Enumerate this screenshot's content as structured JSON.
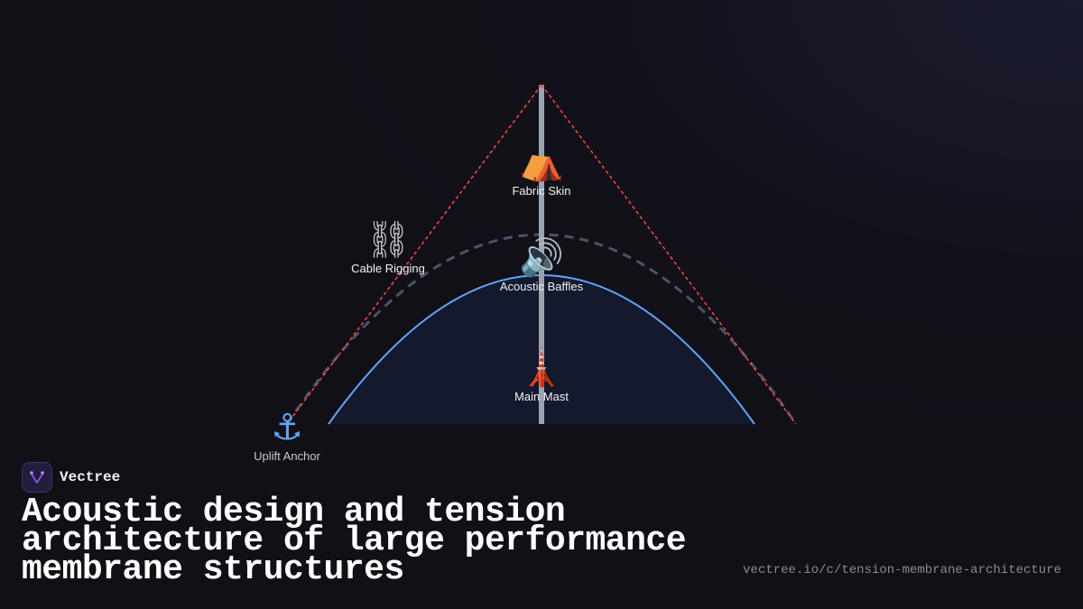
{
  "brand": {
    "name": "Vectree",
    "logo_icon": "vectree-logo-icon",
    "accent": "#a855f7"
  },
  "headline": "Acoustic design and tension architecture of large performance membrane structures",
  "url": "vectree.io/c/tension-membrane-architecture",
  "diagram": {
    "nodes": [
      {
        "id": "fabric-skin",
        "label": "Fabric Skin",
        "icon": "tent-icon",
        "glyph": "⛺"
      },
      {
        "id": "cable-rigging",
        "label": "Cable Rigging",
        "icon": "chain-icon",
        "glyph": "⛓"
      },
      {
        "id": "acoustic-baffles",
        "label": "Acoustic Baffles",
        "icon": "speaker-icon",
        "glyph": "🔊"
      },
      {
        "id": "main-mast",
        "label": "Main Mast",
        "icon": "tower-icon",
        "glyph": "🗼"
      },
      {
        "id": "uplift-anchor",
        "label": "Uplift Anchor",
        "icon": "anchor-icon",
        "glyph": "⚓"
      }
    ],
    "colors": {
      "mast": "#9ca3af",
      "tension_lines": "#ef4444",
      "dashed_arc": "#475569",
      "membrane_outline": "#60a5fa",
      "membrane_fill": "#131a2e"
    }
  }
}
